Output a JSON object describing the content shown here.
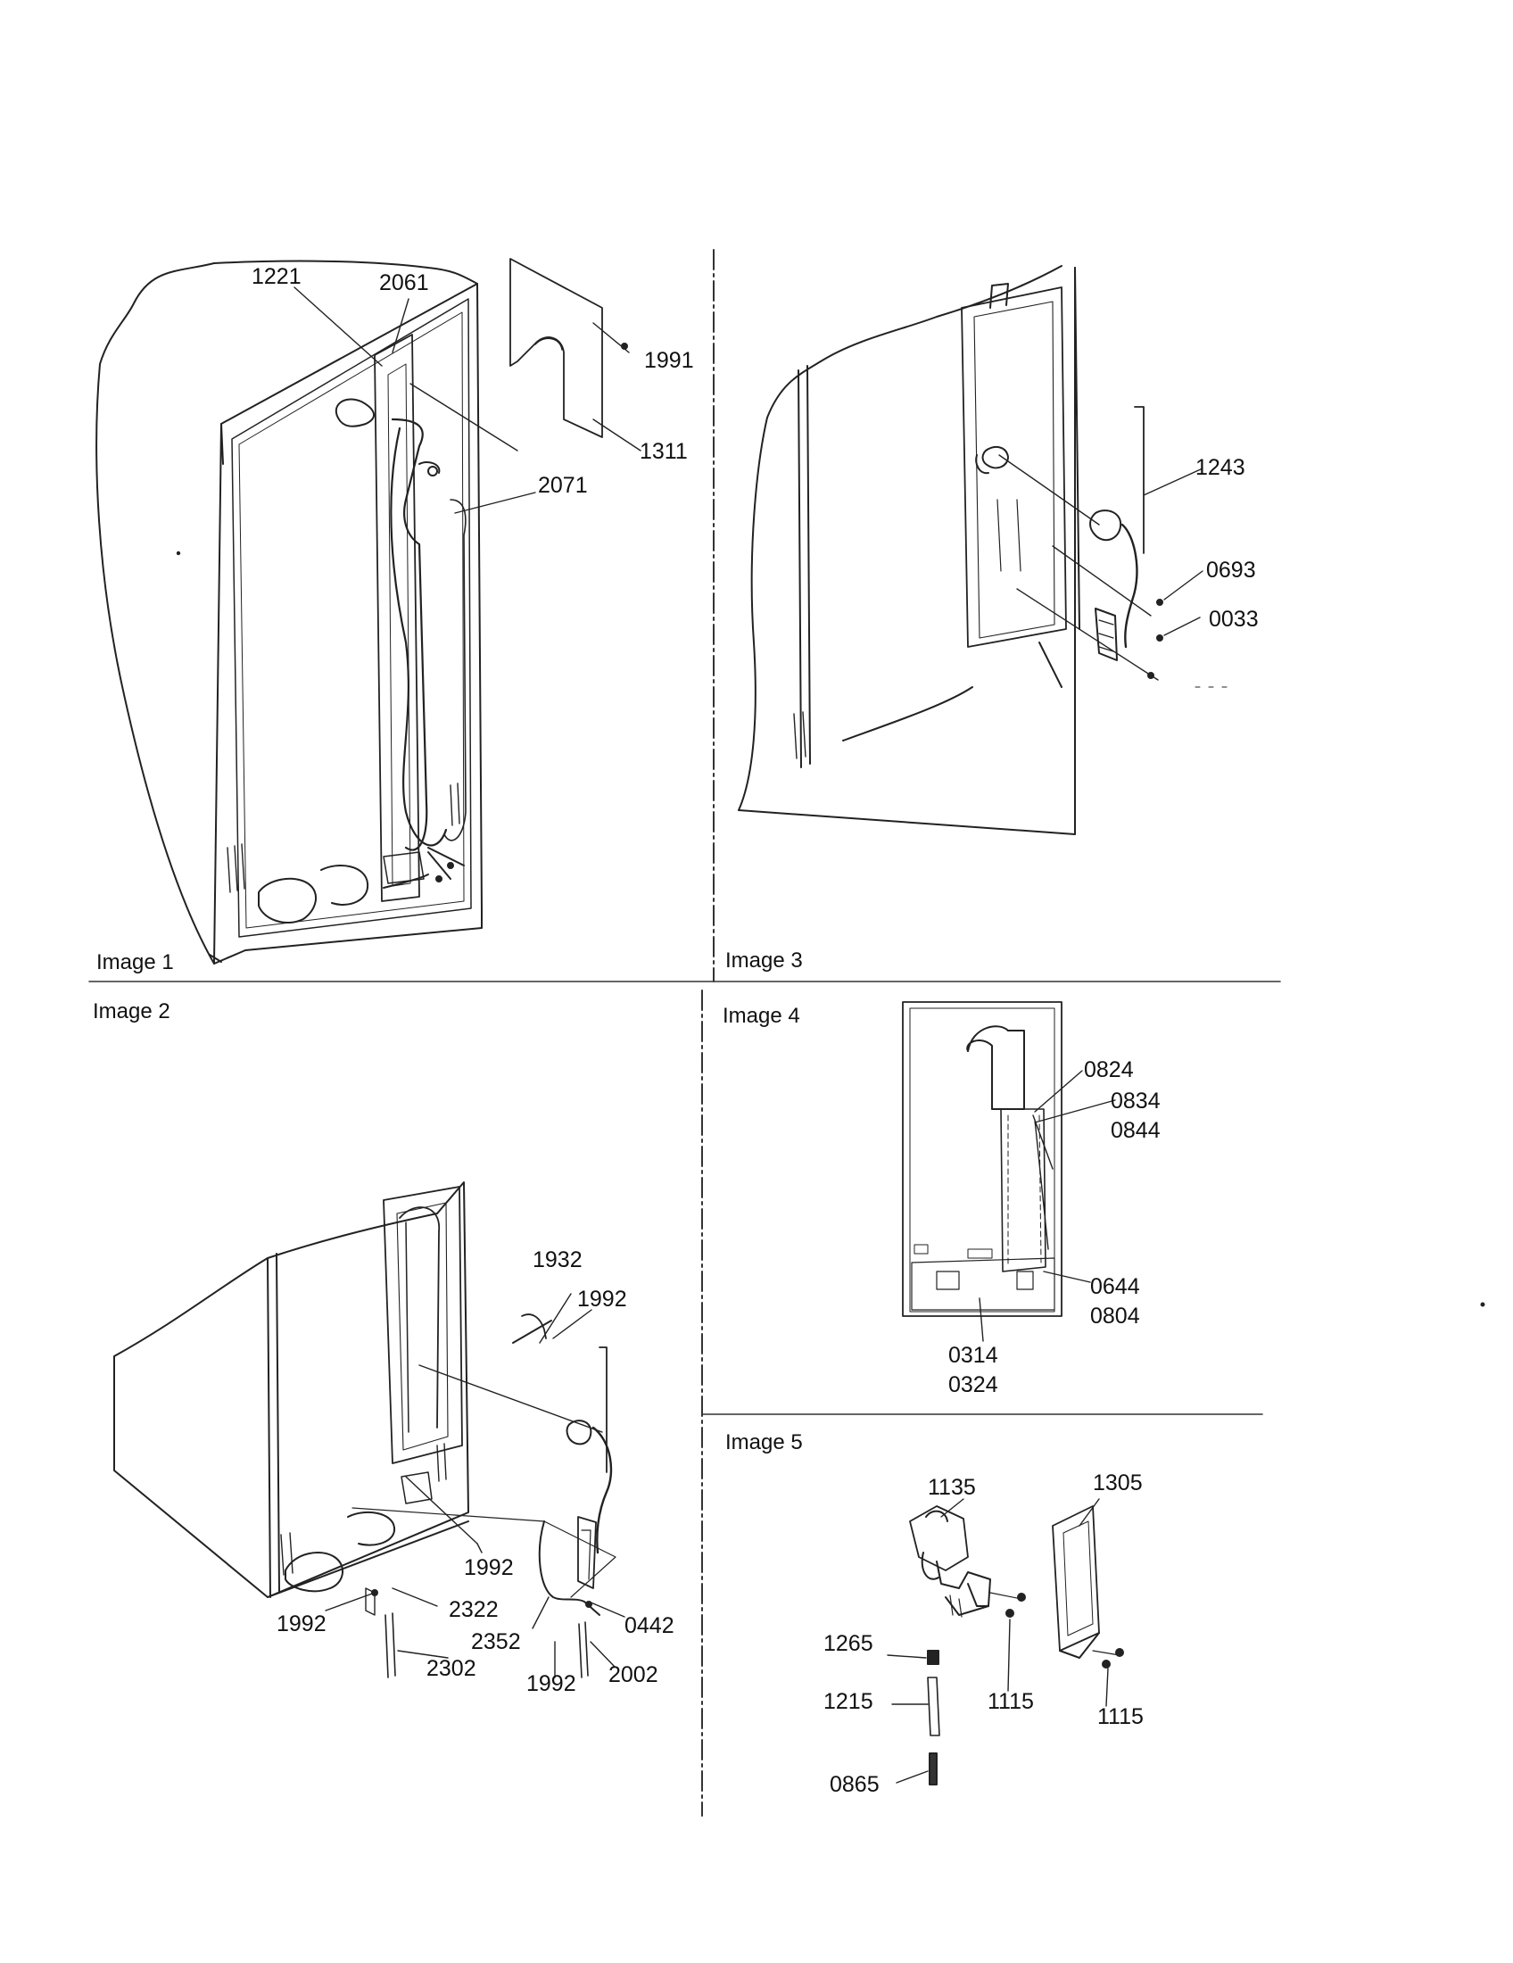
{
  "panels": {
    "image1": {
      "label": "Image 1",
      "callouts": [
        "1221",
        "2061",
        "1991",
        "1311",
        "2071"
      ]
    },
    "image2": {
      "label": "Image 2",
      "callouts": [
        "1932",
        "1992",
        "1992",
        "1992",
        "2322",
        "2352",
        "0442",
        "2302",
        "1992",
        "2002"
      ]
    },
    "image3": {
      "label": "Image 3",
      "callouts": [
        "1243",
        "0693",
        "0033"
      ]
    },
    "image4": {
      "label": "Image 4",
      "callouts": [
        "0824",
        "0834",
        "0844",
        "0644",
        "0804",
        "0314",
        "0324"
      ]
    },
    "image5": {
      "label": "Image 5",
      "callouts": [
        "1135",
        "1305",
        "1265",
        "1215",
        "1115",
        "1115",
        "0865"
      ]
    }
  }
}
